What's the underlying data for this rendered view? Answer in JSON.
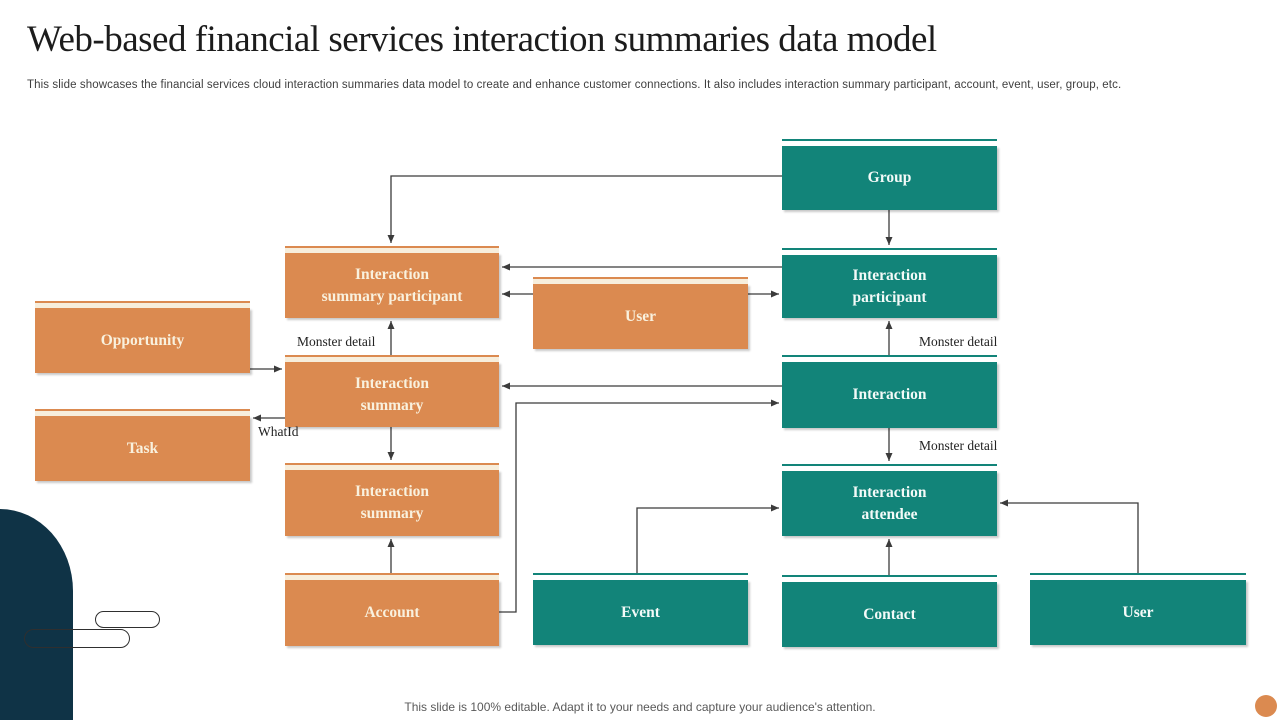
{
  "slide": {
    "title": "Web-based financial services interaction summaries data model",
    "subtitle": "This slide showcases the financial services cloud interaction summaries data model to create and enhance customer connections. It also includes interaction summary participant, account, event, user, group, etc.",
    "footer_note": "This slide is 100% editable. Adapt it to your needs and capture your audience's attention."
  },
  "colors": {
    "teal": "#128479",
    "orange": "#db8a50",
    "navy": "#0f3346",
    "connector": "#3b3b3b"
  },
  "diagram": {
    "nodes": {
      "group": {
        "label": "Group",
        "color": "teal"
      },
      "interaction_summary_participant": {
        "label": "Interaction\nsummary participant",
        "color": "orange"
      },
      "interaction_participant": {
        "label": "Interaction\nparticipant",
        "color": "teal"
      },
      "user_middle": {
        "label": "User",
        "color": "orange"
      },
      "opportunity": {
        "label": "Opportunity",
        "color": "orange"
      },
      "interaction_summary_upper": {
        "label": "Interaction\nsummary",
        "color": "orange"
      },
      "interaction": {
        "label": "Interaction",
        "color": "teal"
      },
      "task": {
        "label": "Task",
        "color": "orange"
      },
      "interaction_summary_lower": {
        "label": "Interaction\nsummary",
        "color": "orange"
      },
      "interaction_attendee": {
        "label": "Interaction\nattendee",
        "color": "teal"
      },
      "account": {
        "label": "Account",
        "color": "orange"
      },
      "event": {
        "label": "Event",
        "color": "teal"
      },
      "contact": {
        "label": "Contact",
        "color": "teal"
      },
      "user_bottom": {
        "label": "User",
        "color": "teal"
      }
    },
    "edge_labels": {
      "monster_detail_upper_left": "Monster detail",
      "monster_detail_upper_right": "Monster detail",
      "monster_detail_lower_right": "Monster detail",
      "what_id": "WhatId"
    }
  }
}
